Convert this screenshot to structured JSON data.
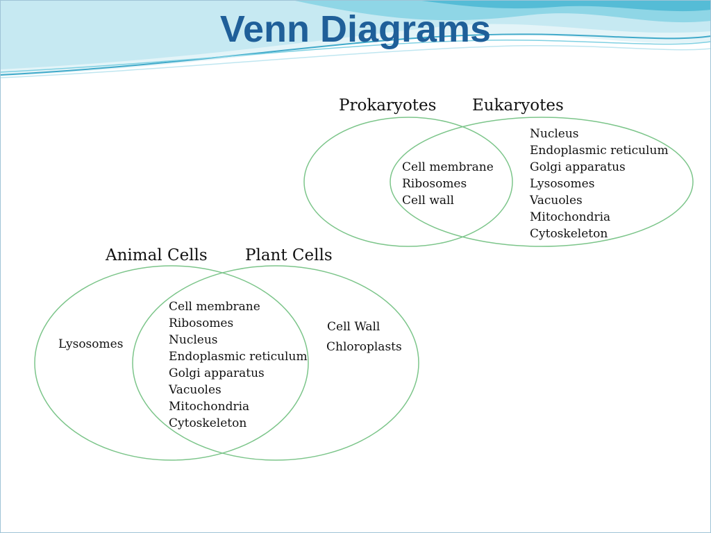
{
  "title": "Venn Diagrams",
  "colors": {
    "title": "#1f5f99",
    "circle_stroke": "#7cc58a",
    "header_wave_light": "#bfe6f0",
    "header_wave_mid": "#7fd0e2",
    "header_wave_dark": "#3fa9c9"
  },
  "diagram_top": {
    "left_label": "Prokaryotes",
    "right_label": "Eukaryotes",
    "shared": [
      "Cell membrane",
      "Ribosomes",
      "Cell wall"
    ],
    "right_only": [
      "Nucleus",
      "Endoplasmic reticulum",
      "Golgi apparatus",
      "Lysosomes",
      "Vacuoles",
      "Mitochondria",
      "Cytoskeleton"
    ]
  },
  "diagram_bottom": {
    "left_label": "Animal Cells",
    "right_label": "Plant Cells",
    "left_only": "Lysosomes",
    "shared": [
      "Cell membrane",
      "Ribosomes",
      "Nucleus",
      "Endoplasmic reticulum",
      "Golgi apparatus",
      "Vacuoles",
      "Mitochondria",
      "Cytoskeleton"
    ],
    "right_only_1": "Cell Wall",
    "right_only_2": "Chloroplasts"
  }
}
